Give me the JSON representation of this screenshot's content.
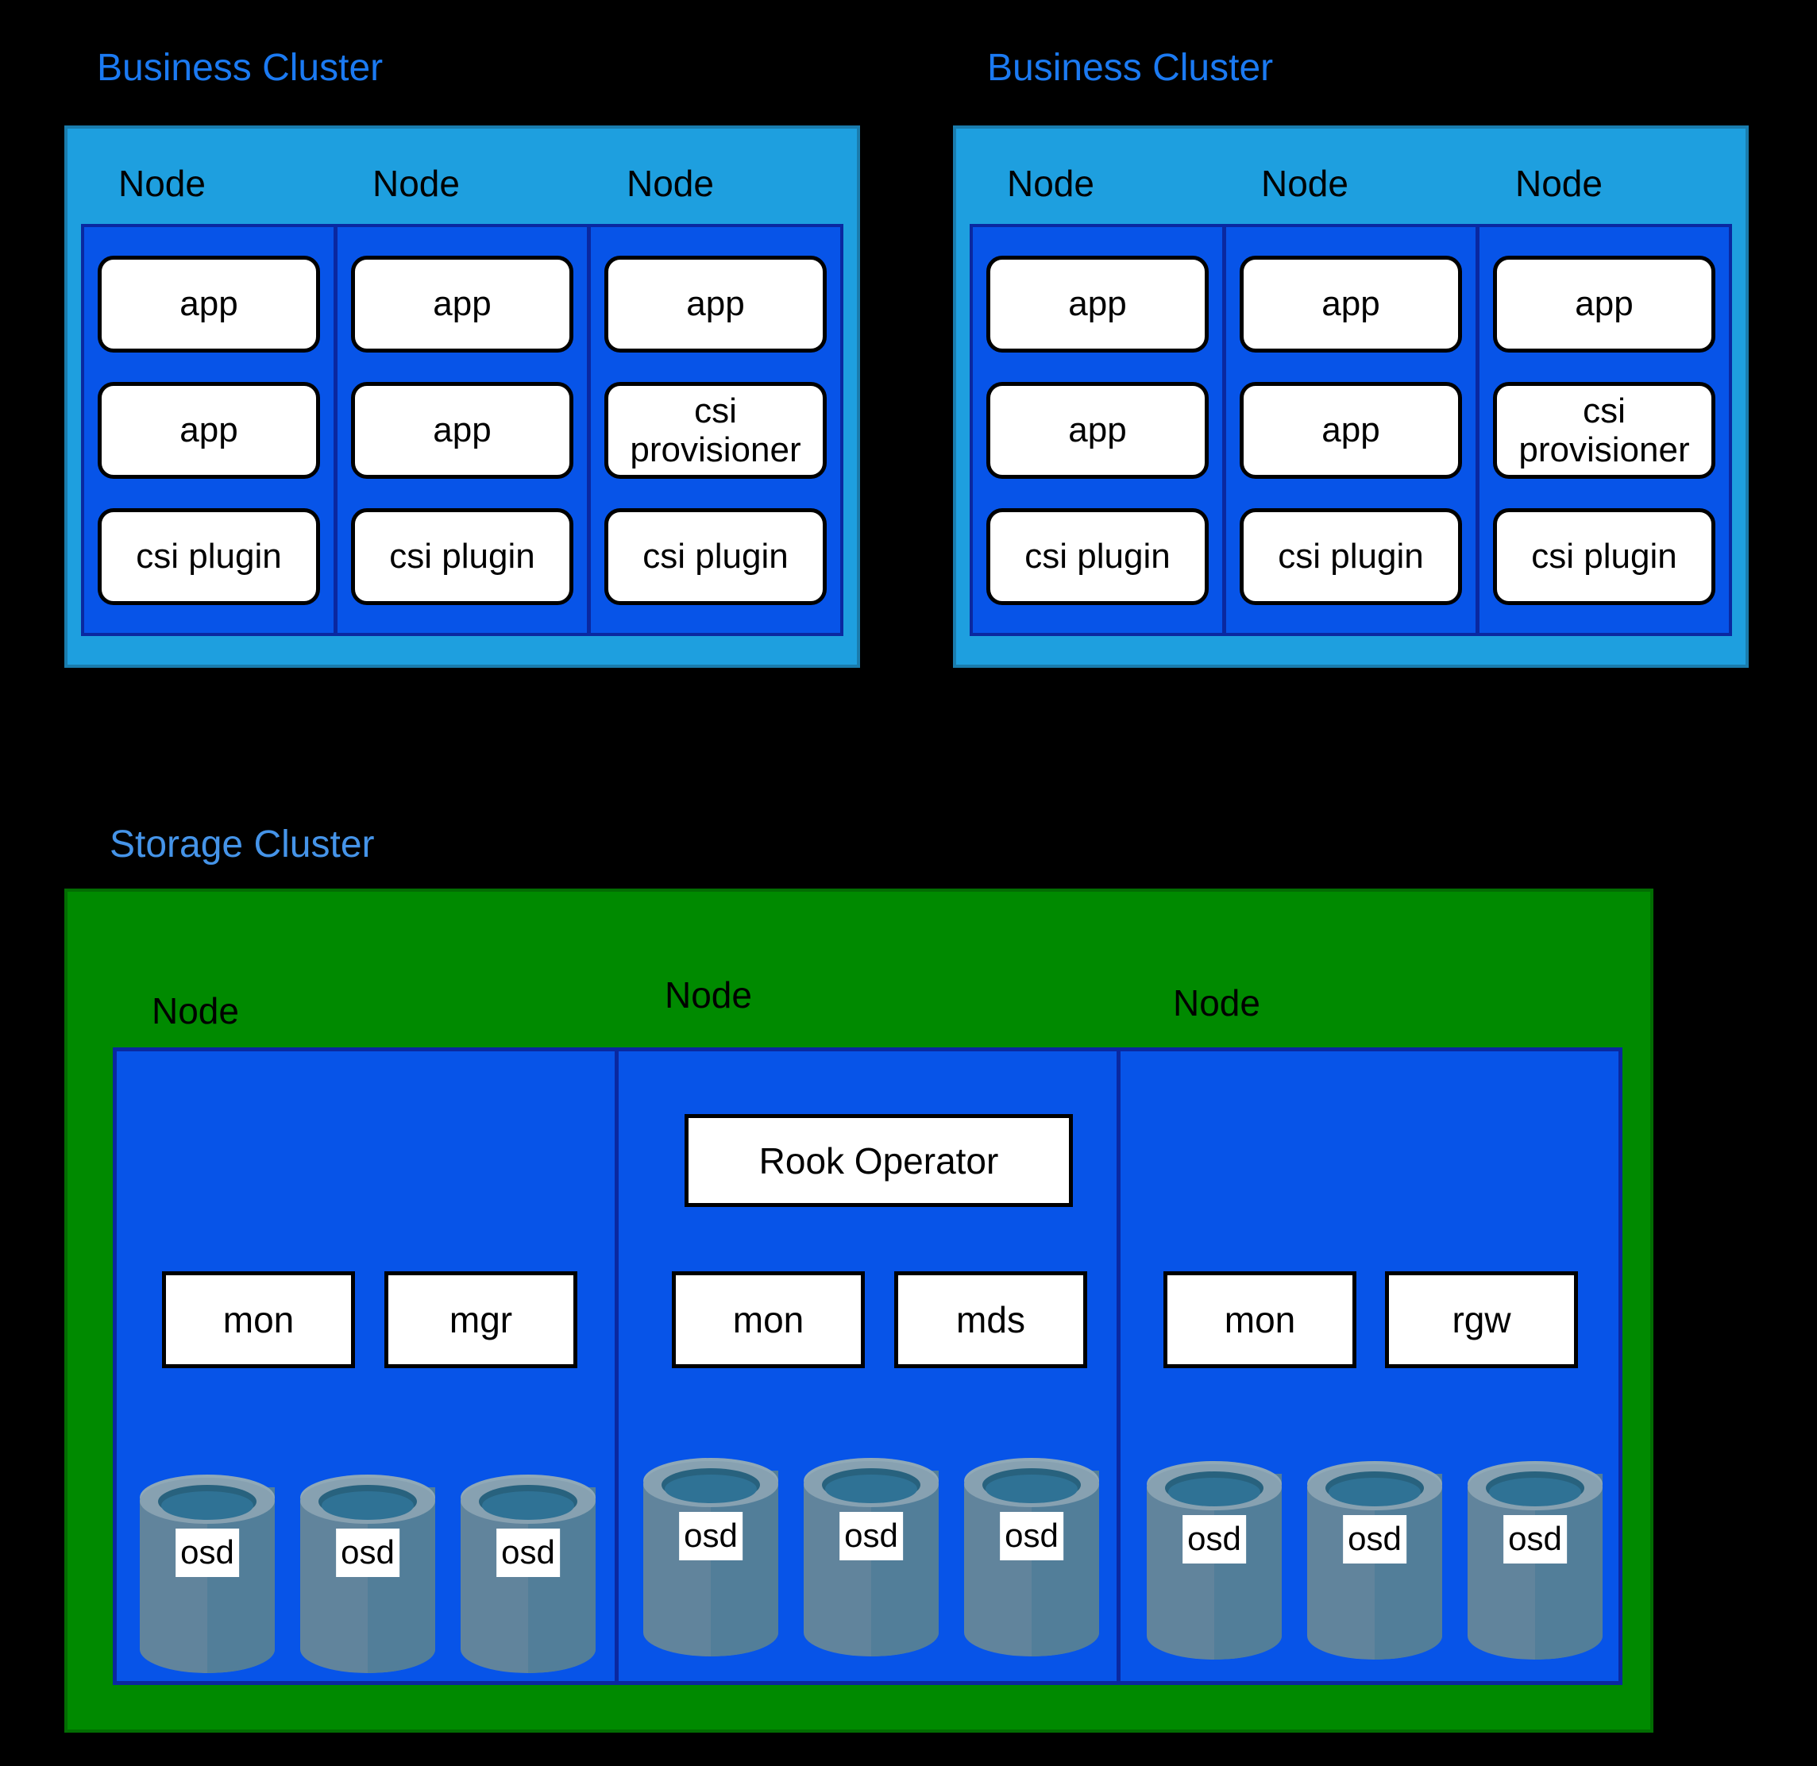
{
  "colors": {
    "background": "#000000",
    "business_title_blue": "#1b7af2",
    "storage_title_blue": "#4594e9",
    "business_outer_blue": "#1e9fdf",
    "node_column_blue": "#0754e8",
    "navy_border": "#0a28a0",
    "storage_green": "#008a00",
    "pod_white": "#ffffff",
    "cylinder_body": "#61849c",
    "cylinder_body_dark": "#527e99",
    "cylinder_rim": "#87a1b1",
    "cylinder_hole": "#2f7295"
  },
  "business_clusters": [
    {
      "title": "Business Cluster",
      "nodes": [
        {
          "label": "Node",
          "pods": [
            "app",
            "app",
            "csi plugin"
          ]
        },
        {
          "label": "Node",
          "pods": [
            "app",
            "app",
            "csi plugin"
          ]
        },
        {
          "label": "Node",
          "pods": [
            "app",
            "csi provisioner",
            "csi plugin"
          ]
        }
      ]
    },
    {
      "title": "Business Cluster",
      "nodes": [
        {
          "label": "Node",
          "pods": [
            "app",
            "app",
            "csi plugin"
          ]
        },
        {
          "label": "Node",
          "pods": [
            "app",
            "app",
            "csi plugin"
          ]
        },
        {
          "label": "Node",
          "pods": [
            "app",
            "csi provisioner",
            "csi plugin"
          ]
        }
      ]
    }
  ],
  "storage_cluster": {
    "title": "Storage Cluster",
    "nodes": [
      {
        "label": "Node",
        "services": [
          "mon",
          "mgr"
        ],
        "osds": [
          "osd",
          "osd",
          "osd"
        ]
      },
      {
        "label": "Node",
        "operator": "Rook Operator",
        "services": [
          "mon",
          "mds"
        ],
        "osds": [
          "osd",
          "osd",
          "osd"
        ]
      },
      {
        "label": "Node",
        "services": [
          "mon",
          "rgw"
        ],
        "osds": [
          "osd",
          "osd",
          "osd"
        ]
      }
    ]
  }
}
